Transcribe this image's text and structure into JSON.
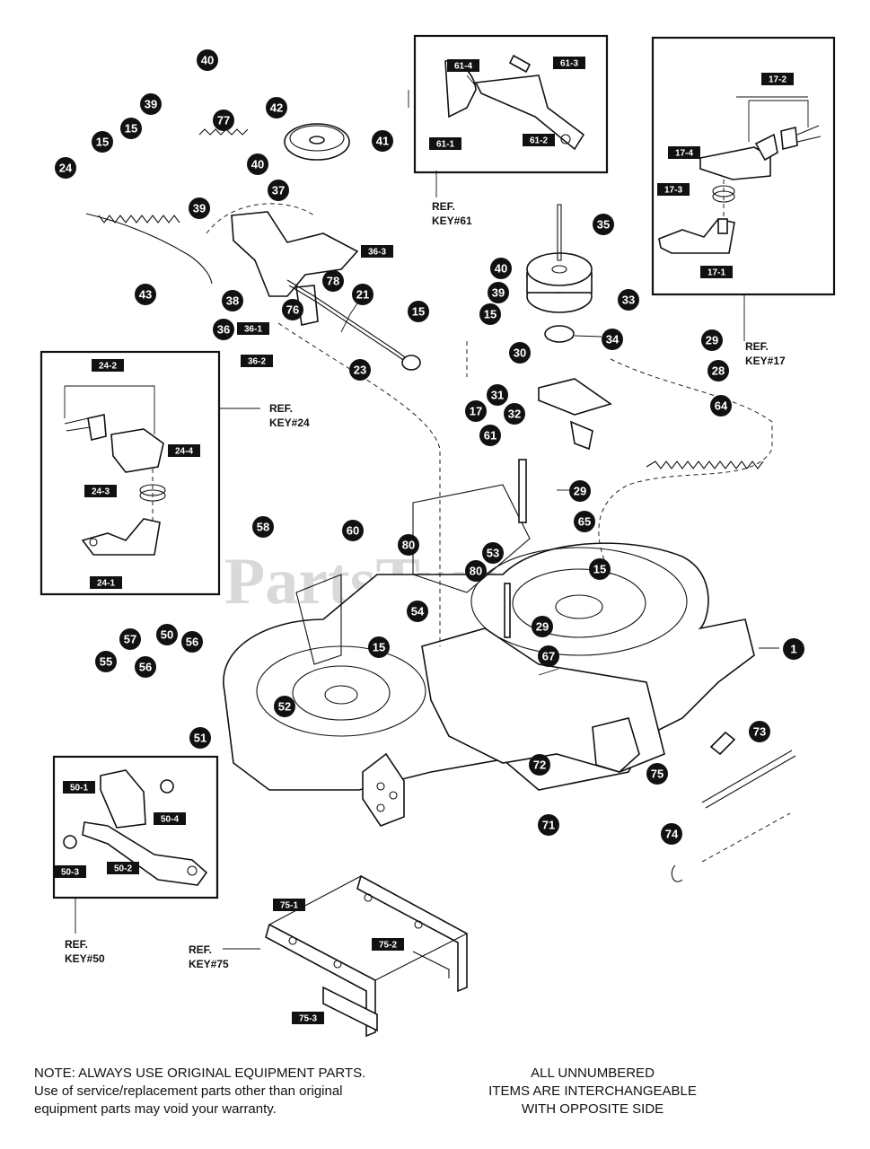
{
  "watermark": "PartsTree",
  "callouts": [
    {
      "n": "40"
    },
    {
      "n": "39"
    },
    {
      "n": "77"
    },
    {
      "n": "15"
    },
    {
      "n": "15"
    },
    {
      "n": "24"
    },
    {
      "n": "42"
    },
    {
      "n": "41"
    },
    {
      "n": "40"
    },
    {
      "n": "39"
    },
    {
      "n": "37"
    },
    {
      "n": "43"
    },
    {
      "n": "38"
    },
    {
      "n": "78"
    },
    {
      "n": "76"
    },
    {
      "n": "36"
    },
    {
      "n": "21"
    },
    {
      "n": "23"
    },
    {
      "n": "40"
    },
    {
      "n": "39"
    },
    {
      "n": "15"
    },
    {
      "n": "15"
    },
    {
      "n": "35"
    },
    {
      "n": "33"
    },
    {
      "n": "34"
    },
    {
      "n": "30"
    },
    {
      "n": "29"
    },
    {
      "n": "28"
    },
    {
      "n": "31"
    },
    {
      "n": "32"
    },
    {
      "n": "17"
    },
    {
      "n": "64"
    },
    {
      "n": "61"
    },
    {
      "n": "29"
    },
    {
      "n": "65"
    },
    {
      "n": "58"
    },
    {
      "n": "60"
    },
    {
      "n": "80"
    },
    {
      "n": "53"
    },
    {
      "n": "80"
    },
    {
      "n": "15"
    },
    {
      "n": "54"
    },
    {
      "n": "29"
    },
    {
      "n": "67"
    },
    {
      "n": "1"
    },
    {
      "n": "57"
    },
    {
      "n": "50"
    },
    {
      "n": "56"
    },
    {
      "n": "55"
    },
    {
      "n": "56"
    },
    {
      "n": "15"
    },
    {
      "n": "52"
    },
    {
      "n": "51"
    },
    {
      "n": "73"
    },
    {
      "n": "72"
    },
    {
      "n": "75"
    },
    {
      "n": "71"
    },
    {
      "n": "74"
    }
  ],
  "tags": [
    {
      "t": "36-3"
    },
    {
      "t": "36-1"
    },
    {
      "t": "36-2"
    },
    {
      "t": "61-4"
    },
    {
      "t": "61-3"
    },
    {
      "t": "61-1"
    },
    {
      "t": "61-2"
    },
    {
      "t": "17-2"
    },
    {
      "t": "17-4"
    },
    {
      "t": "17-3"
    },
    {
      "t": "17-1"
    },
    {
      "t": "24-2"
    },
    {
      "t": "24-4"
    },
    {
      "t": "24-3"
    },
    {
      "t": "24-1"
    },
    {
      "t": "50-1"
    },
    {
      "t": "50-4"
    },
    {
      "t": "50-3"
    },
    {
      "t": "50-2"
    },
    {
      "t": "75-1"
    },
    {
      "t": "75-2"
    },
    {
      "t": "75-3"
    }
  ],
  "refs": [
    {
      "line1": "REF.",
      "line2": "KEY#61"
    },
    {
      "line1": "REF.",
      "line2": "KEY#17"
    },
    {
      "line1": "REF.",
      "line2": "KEY#24"
    },
    {
      "line1": "REF.",
      "line2": "KEY#50"
    },
    {
      "line1": "REF.",
      "line2": "KEY#75"
    }
  ],
  "notes": {
    "left": [
      "NOTE: ALWAYS USE ORIGINAL EQUIPMENT PARTS.",
      "Use of service/replacement parts other than original",
      "equipment parts may void your warranty."
    ],
    "right": [
      "ALL UNNUMBERED",
      "ITEMS ARE INTERCHANGEABLE",
      "WITH OPPOSITE SIDE"
    ]
  }
}
